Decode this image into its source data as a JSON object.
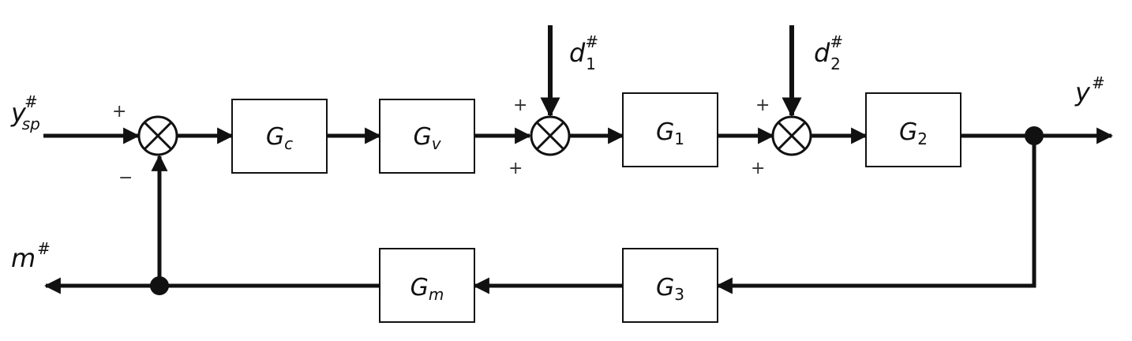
{
  "signals": {
    "setpoint": {
      "main": "y",
      "sup": "#",
      "sub": "sp"
    },
    "output": {
      "main": "y",
      "sup": "#"
    },
    "measured": {
      "main": "m",
      "sup": "#"
    },
    "disturbance_1": {
      "main": "d",
      "sup": "#",
      "sub": "1"
    },
    "disturbance_2": {
      "main": "d",
      "sup": "#",
      "sub": "2"
    }
  },
  "blocks": {
    "controller": {
      "main": "G",
      "sub": "c"
    },
    "valve": {
      "main": "G",
      "sub": "v"
    },
    "process_1": {
      "main": "G",
      "sub": "1"
    },
    "process_2": {
      "main": "G",
      "sub": "2"
    },
    "sensor_3": {
      "main": "G",
      "sub": "3"
    },
    "measurement": {
      "main": "G",
      "sub": "m"
    }
  },
  "signs": {
    "sum1_top": "+",
    "sum1_bottom": "−",
    "sum2_top": "+",
    "sum2_bottom": "+",
    "sum3_top": "+",
    "sum3_bottom": "+"
  }
}
